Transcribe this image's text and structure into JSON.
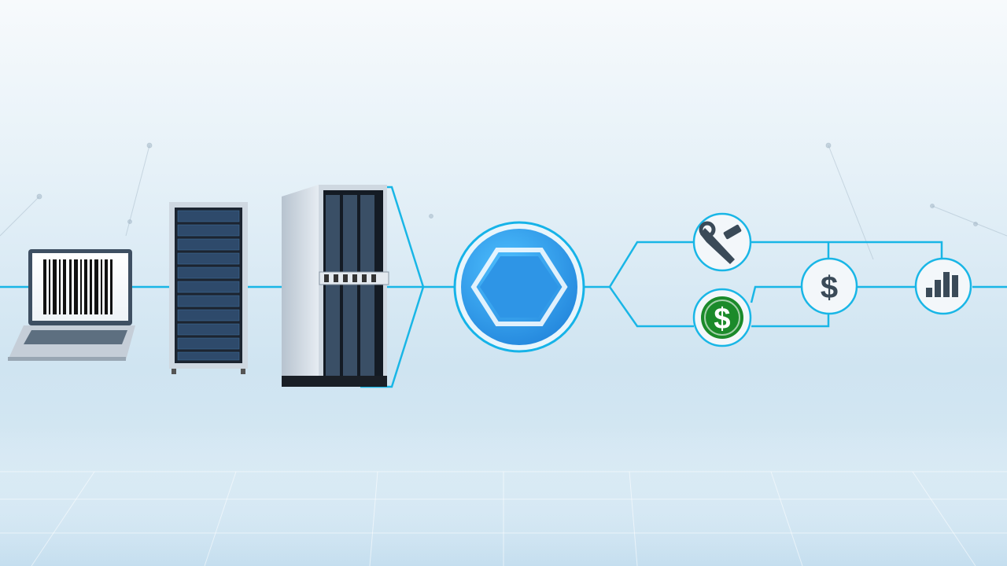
{
  "palette": {
    "line": "#19b6e6",
    "hub_fill": "#2aa1f2",
    "hub_ring": "#16b3e8",
    "dollar_green": "#1b8a2a",
    "server_dark": "#1c2430",
    "server_frame": "#cfd8e1",
    "laptop_body": "#c5ced8",
    "icon_dark": "#3a4a58"
  },
  "scene": {
    "elements": [
      {
        "id": "laptop",
        "icon": "barcode-laptop-icon"
      },
      {
        "id": "server-rack-small",
        "icon": "server-rack-icon"
      },
      {
        "id": "server-rack-large",
        "icon": "server-cabinet-icon"
      },
      {
        "id": "hub",
        "icon": "hexagon-hub-icon"
      },
      {
        "id": "tools-node",
        "icon": "wrench-icon"
      },
      {
        "id": "green-dollar-node",
        "icon": "dollar-coin-icon"
      },
      {
        "id": "dollar-node",
        "icon": "dollar-sign-icon"
      },
      {
        "id": "chart-node",
        "icon": "bar-chart-icon"
      }
    ]
  },
  "text": {
    "dollar_glyph": "$"
  }
}
